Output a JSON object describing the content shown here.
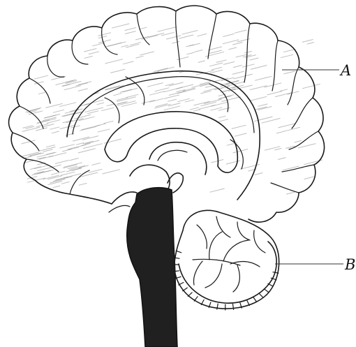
{
  "diagram": {
    "labels": [
      {
        "id": "A",
        "text": "A"
      },
      {
        "id": "B",
        "text": "B"
      }
    ],
    "colors": {
      "ink": "#1a1a1a",
      "brainstem_fill": "#202020",
      "shading": "#8a8a8a",
      "background": "#ffffff"
    }
  }
}
